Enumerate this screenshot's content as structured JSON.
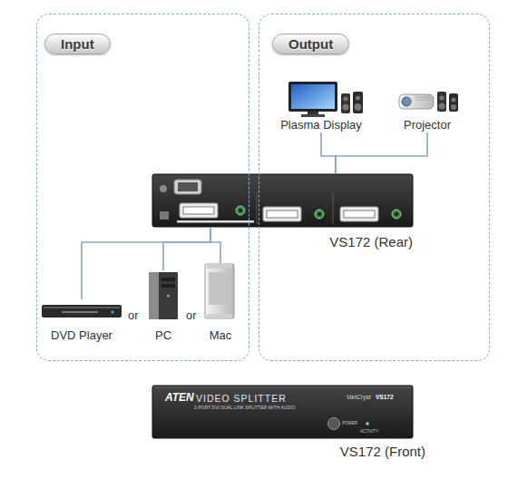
{
  "diagram": {
    "nodes": [
      {
        "text": [
          "Input"
        ]
      },
      {
        "text": [
          "Output"
        ]
      },
      {
        "text": [
          "Plasma Display"
        ],
        "in": 1
      },
      {
        "text": [
          "Projector"
        ],
        "in": 1
      },
      {
        "text": [
          "VS172 (Rear)"
        ]
      },
      {
        "text": [
          "DVD Player"
        ],
        "in": 0
      },
      {
        "text": [
          "PC"
        ],
        "in": 0
      },
      {
        "text": [
          "Mac"
        ],
        "in": 0
      },
      {
        "text": [
          "ATEN",
          "VIDEO SPLITTER",
          "2-PORT DVI DUAL LINK SPLITTER WITH AUDIO",
          "VanCryst",
          "VS172",
          "POWER",
          "ACTIVITY",
          "VS172 (Front)"
        ]
      }
    ],
    "edges": [
      {
        "from": 5,
        "to": 4,
        "arrow": "none"
      },
      {
        "from": 6,
        "to": 4,
        "arrow": "none"
      },
      {
        "from": 7,
        "to": 4,
        "arrow": "none"
      },
      {
        "from": 4,
        "to": 2,
        "arrow": "none"
      },
      {
        "from": 4,
        "to": 3,
        "arrow": "none"
      }
    ],
    "labels": [
      "or",
      "or"
    ]
  }
}
